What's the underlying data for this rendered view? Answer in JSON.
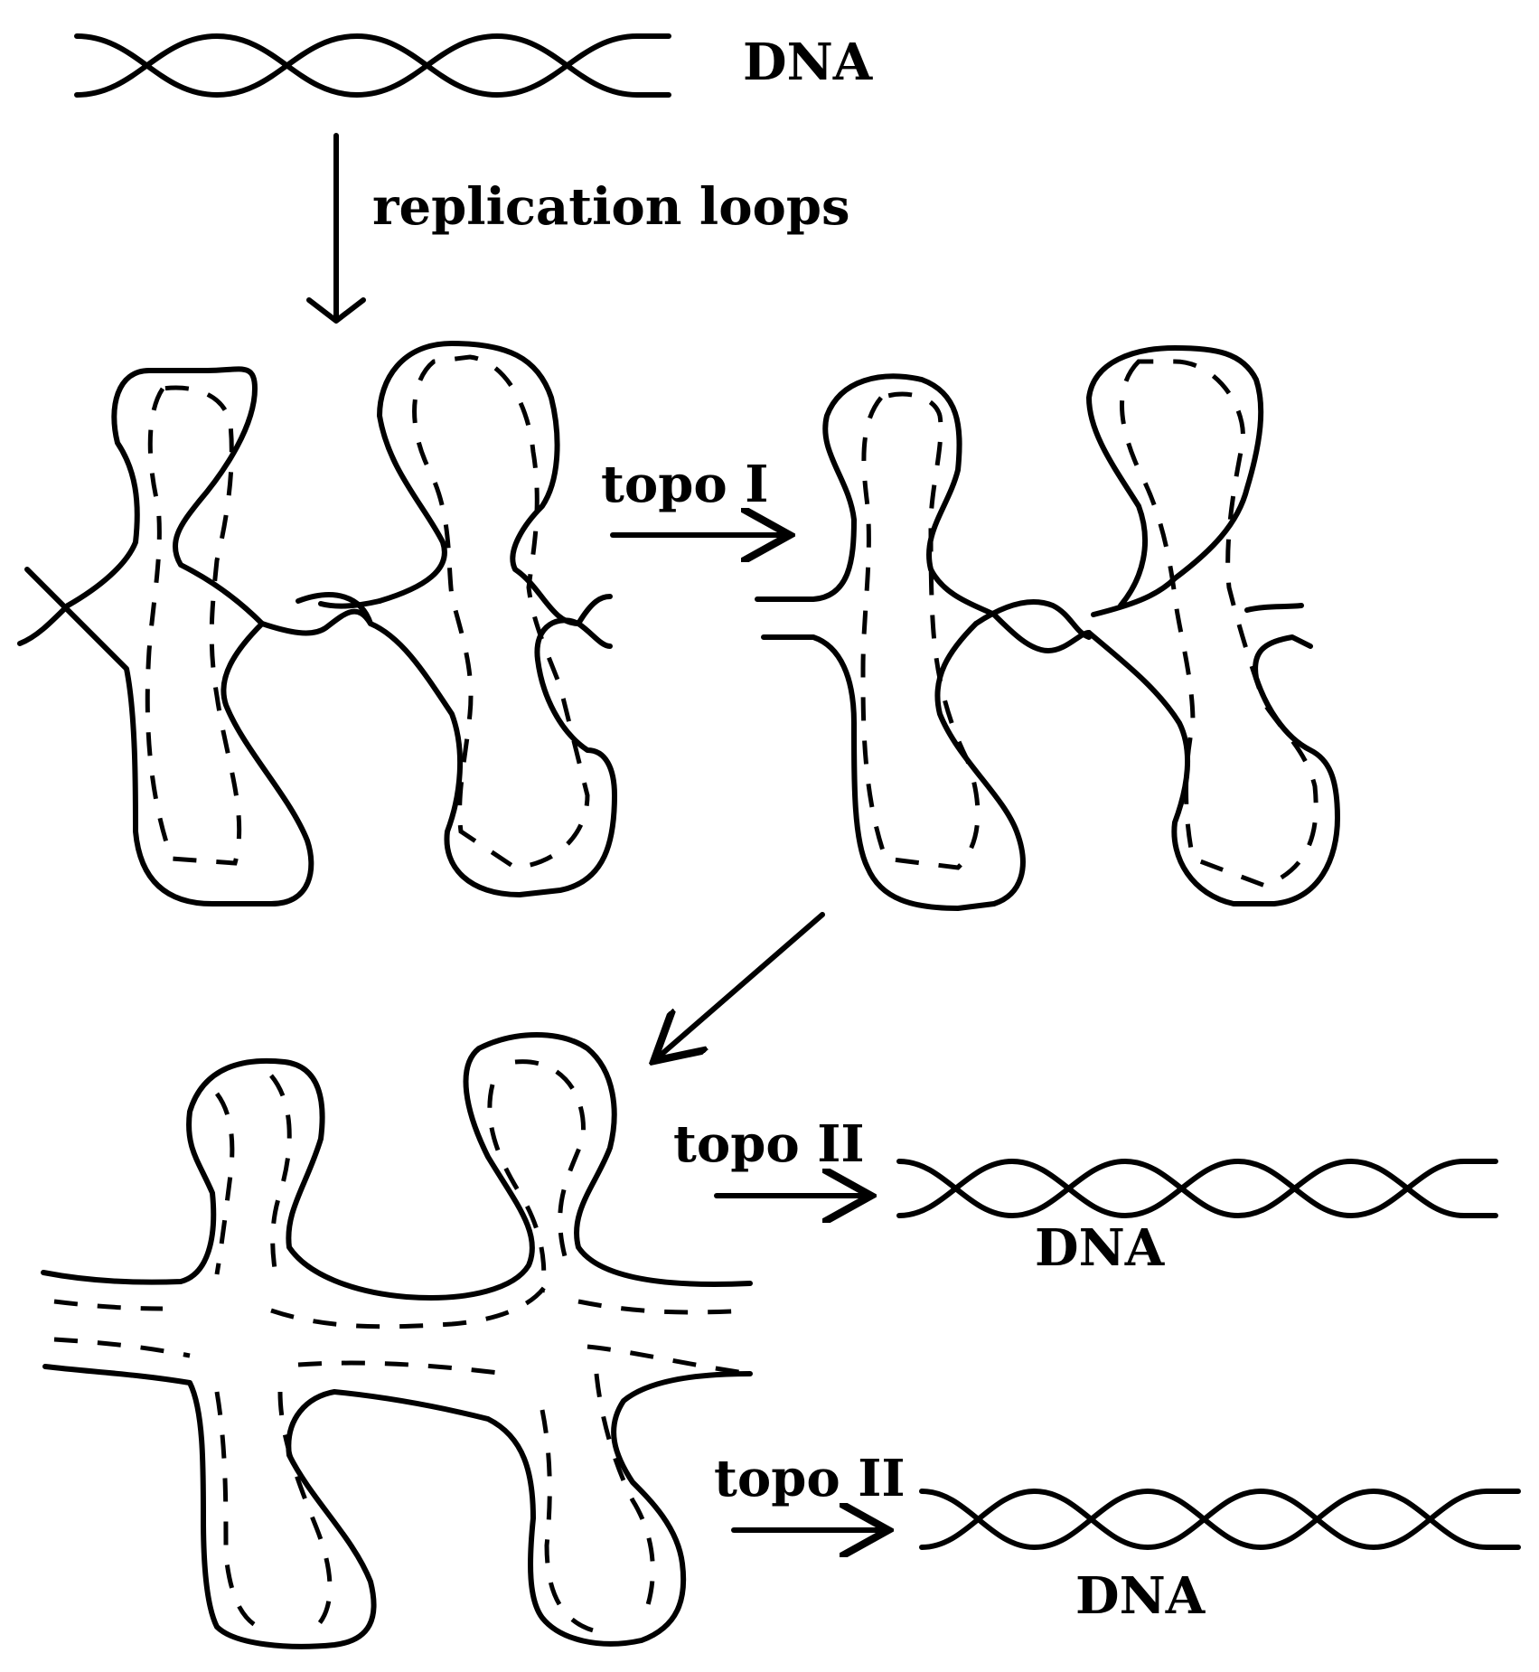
{
  "labels": {
    "dna_top": "DNA",
    "replication_loops": "replication loops",
    "topo_1": "topo I",
    "topo_2_upper": "topo II",
    "dna_right_upper": "DNA",
    "topo_2_lower": "topo II",
    "dna_right_lower": "DNA"
  },
  "colors": {
    "ink": "#000000",
    "background": "#ffffff"
  }
}
